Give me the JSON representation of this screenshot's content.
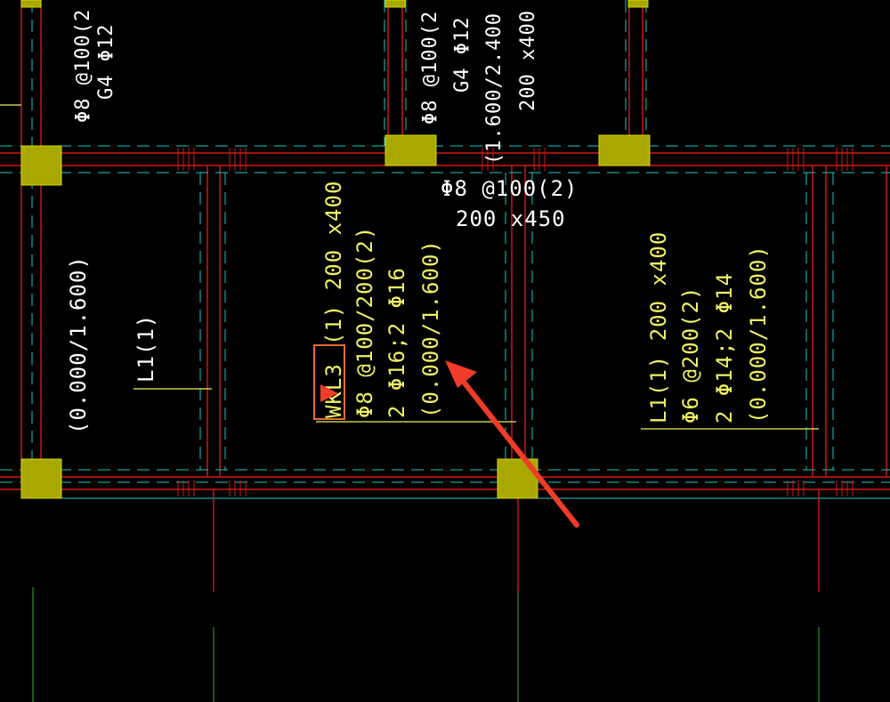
{
  "colors": {
    "background": "#000000",
    "beam_line": "#d21919",
    "axis_line": "#19c8c8",
    "green_line": "#32b432",
    "column_fill": "#a8a800",
    "text_yellow": "#f0f064",
    "text_white": "#ffffff",
    "highlight_box": "#e0702a",
    "arrow": "#f03c28"
  },
  "top_left_label": {
    "line1": "Φ8 @100(2",
    "line2": "G4 Φ12"
  },
  "top_mid_label": {
    "line1": "Φ8 @100(2",
    "line2": "G4 Φ12"
  },
  "top_right_label": {
    "line1": "(1.600/2.400",
    "line2": "200 x400"
  },
  "mid_beam_label": {
    "stirrup": "Φ8 @100(2)",
    "size": "200 x450"
  },
  "left_beam_label": {
    "name": "L1(1)",
    "elevation": "(0.000/1.600)"
  },
  "wkl3_label": {
    "name": "WKL3",
    "span_size": "(1) 200 x400",
    "stirrup": "Φ8 @100/200(2)",
    "rebar": "2 Φ16;2 Φ16",
    "elevation": "(0.000/1.600)"
  },
  "right_beam_label": {
    "name_size": "L1(1) 200 x400",
    "stirrup": "Φ6 @200(2)",
    "rebar": "2 Φ14;2 Φ14",
    "elevation": "(0.000/1.600)"
  },
  "annotation": {
    "highlighted_text": "WKL3",
    "arrow_icon": "arrow-icon"
  }
}
